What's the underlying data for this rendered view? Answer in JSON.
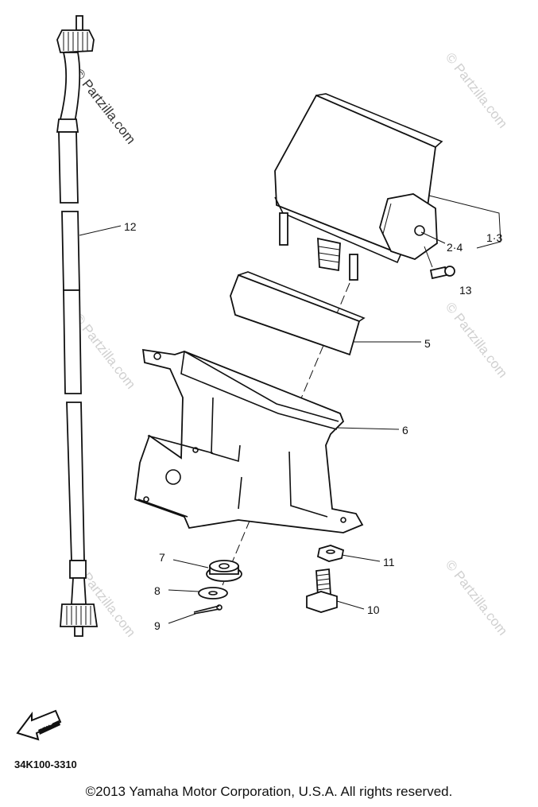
{
  "watermarks": {
    "top_left": "© Partzilla.com",
    "top_right": "© Partzilla.com",
    "mid_left": "© Partzilla.com",
    "mid_right": "© Partzilla.com",
    "bottom_left": "© Partzilla.com",
    "bottom_right": "© Partzilla.com"
  },
  "callouts": {
    "c12": "12",
    "c1_3": "1·3",
    "c2_4": "2·4",
    "c13": "13",
    "c5": "5",
    "c6": "6",
    "c7": "7",
    "c8": "8",
    "c9": "9",
    "c10": "10",
    "c11": "11"
  },
  "fwd_label": "FWD",
  "diagram_code": "34K100-3310",
  "copyright": "©2013  Yamaha Motor Corporation, U.S.A. All rights reserved."
}
